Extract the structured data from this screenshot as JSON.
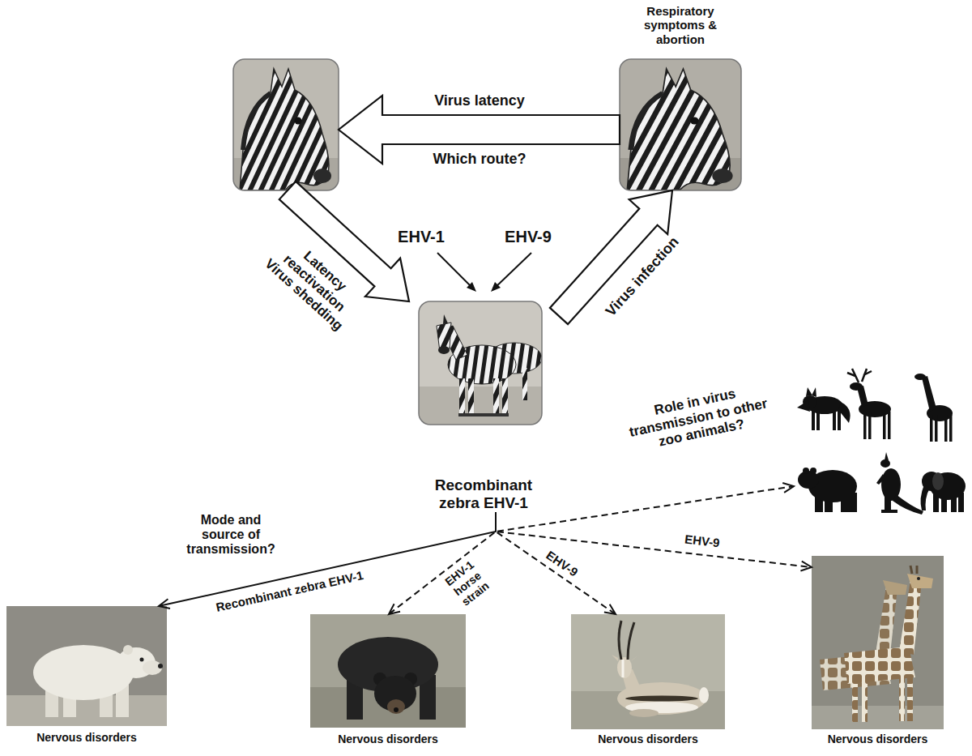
{
  "diagram": {
    "nodes": [
      {
        "text": []
      },
      {
        "text": [
          "Respiratory symptoms & abortion"
        ]
      },
      {
        "text": [
          "Recombinant zebra EHV-1"
        ]
      },
      {
        "text": []
      },
      {
        "text": [
          "Nervous disorders"
        ]
      },
      {
        "text": [
          "Nervous disorders"
        ]
      },
      {
        "text": [
          "Nervous disorders"
        ]
      },
      {
        "text": [
          "Nervous disorders"
        ]
      }
    ],
    "edges": [
      {
        "from": 1,
        "to": 0,
        "arrow": "to",
        "label": "Virus latency"
      },
      {
        "from": 0,
        "to": 2,
        "arrow": "to",
        "label": "Latency reactivation Virus shedding"
      },
      {
        "from": 2,
        "to": 1,
        "arrow": "to",
        "label": "Virus infection"
      },
      {
        "from": 2,
        "to": 3,
        "arrow": "to",
        "label": "Role in virus transmission to other zoo animals?"
      },
      {
        "from": 2,
        "to": 4,
        "arrow": "to",
        "label": "Recombinant zebra EHV-1"
      },
      {
        "from": 2,
        "to": 5,
        "arrow": "to",
        "label": "EHV-1 horse strain"
      },
      {
        "from": 2,
        "to": 6,
        "arrow": "to",
        "label": "EHV-9"
      },
      {
        "from": 2,
        "to": 7,
        "arrow": "to",
        "label": "EHV-9"
      }
    ],
    "labels": [
      "Which route?",
      "EHV-1",
      "EHV-9",
      "Mode and source of transmission?"
    ]
  }
}
